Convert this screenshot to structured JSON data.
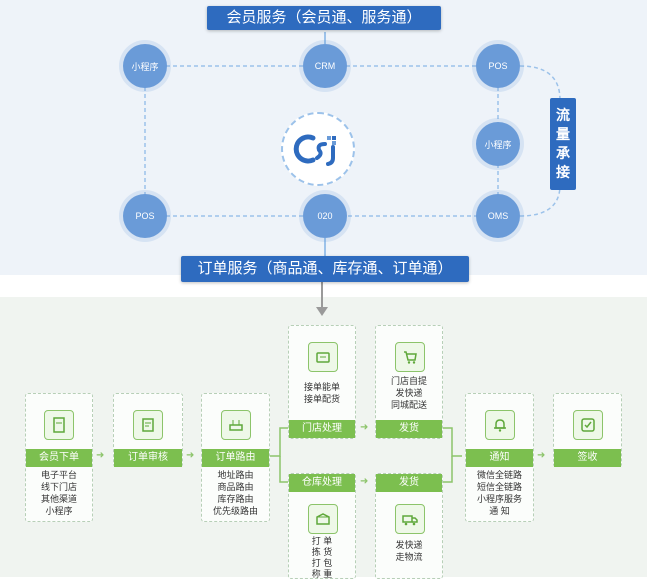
{
  "member_service": {
    "title": "会员服务（会员通、服务通）"
  },
  "order_service": {
    "title": "订单服务（商品通、库存通、订单通）"
  },
  "traffic": {
    "chars": [
      "流",
      "量",
      "承",
      "接"
    ]
  },
  "nodes": {
    "mini1": "小程序",
    "crm": "CRM",
    "pos_tr": "POS",
    "mini2": "小程序",
    "pos_bl": "POS",
    "o2o": "020",
    "oms": "OMS"
  },
  "steps": {
    "member_order": {
      "label": "会员下单",
      "items": [
        "电子平台",
        "线下门店",
        "其他渠道",
        "小程序"
      ]
    },
    "order_review": {
      "label": "订单审核"
    },
    "order_routing": {
      "label": "订单路由",
      "items": [
        "地址路由",
        "商品路由",
        "库存路由",
        "优先级路由"
      ]
    },
    "store_process": {
      "label": "门店处理",
      "items": [
        "接单能单",
        "接单配货"
      ]
    },
    "store_ship": {
      "label": "发货",
      "items": [
        "门店自提",
        "发快递",
        "同城配送"
      ]
    },
    "warehouse_process": {
      "label": "仓库处理",
      "items": [
        "打 单",
        "拣 货",
        "打 包",
        "称 重"
      ]
    },
    "warehouse_ship": {
      "label": "发货",
      "items": [
        "发快递",
        "走物流"
      ]
    },
    "notify": {
      "label": "通知",
      "items": [
        "微信全链路",
        "短信全链路",
        "小程序服务",
        "通 知"
      ]
    },
    "receive": {
      "label": "签收"
    }
  },
  "colors": {
    "blue": "#2e6bbf",
    "node_blue": "#6a9bd8",
    "green": "#7cbf4f"
  },
  "icons": [
    "tablet-icon",
    "document-icon",
    "router-icon",
    "handheld-terminal-icon",
    "cart-icon",
    "box-icon",
    "truck-icon",
    "bell-icon",
    "check-icon"
  ]
}
